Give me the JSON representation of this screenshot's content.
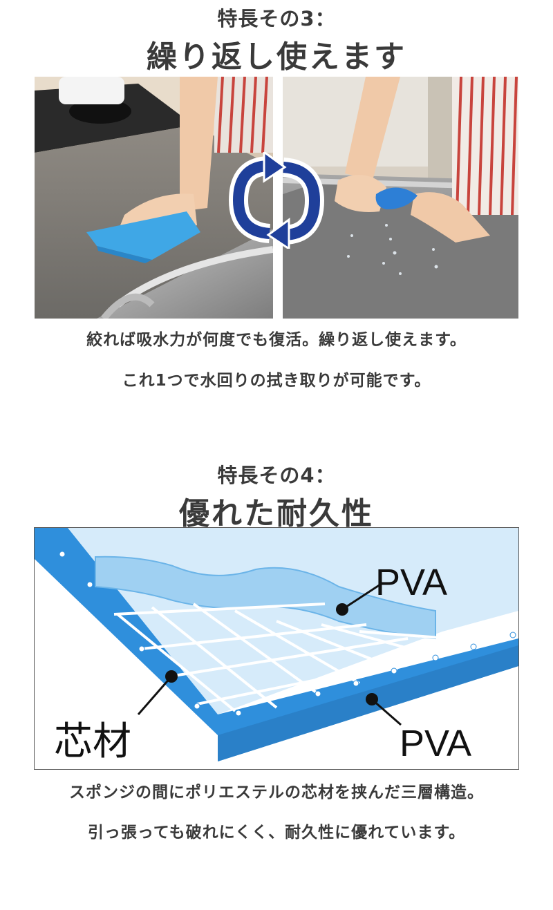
{
  "feature3": {
    "subtitle": "特長その3：",
    "title": "繰り返し使えます",
    "desc1": "絞れば吸水力が何度でも復活。繰り返し使えます。",
    "desc2": "これ1つで水回りの拭き取りが可能です。",
    "left_photo": "wiping-counter-photo",
    "right_photo": "wringing-sponge-photo",
    "center_icon": "cycle-arrows-icon"
  },
  "feature4": {
    "subtitle": "特長その4：",
    "title": "優れた耐久性",
    "diagram": {
      "label_top": "PVA",
      "label_bottom": "PVA",
      "label_core": "芯材"
    },
    "desc1": "スポンジの間にポリエステルの芯材を挟んだ三層構造。",
    "desc2": "引っ張っても破れにくく、耐久性に優れています。"
  },
  "colors": {
    "text": "#3a3a3a",
    "pva_blue": "#2f8fdc",
    "pva_light": "#9fd0f2",
    "cycle_blue": "#1f3f9a"
  }
}
